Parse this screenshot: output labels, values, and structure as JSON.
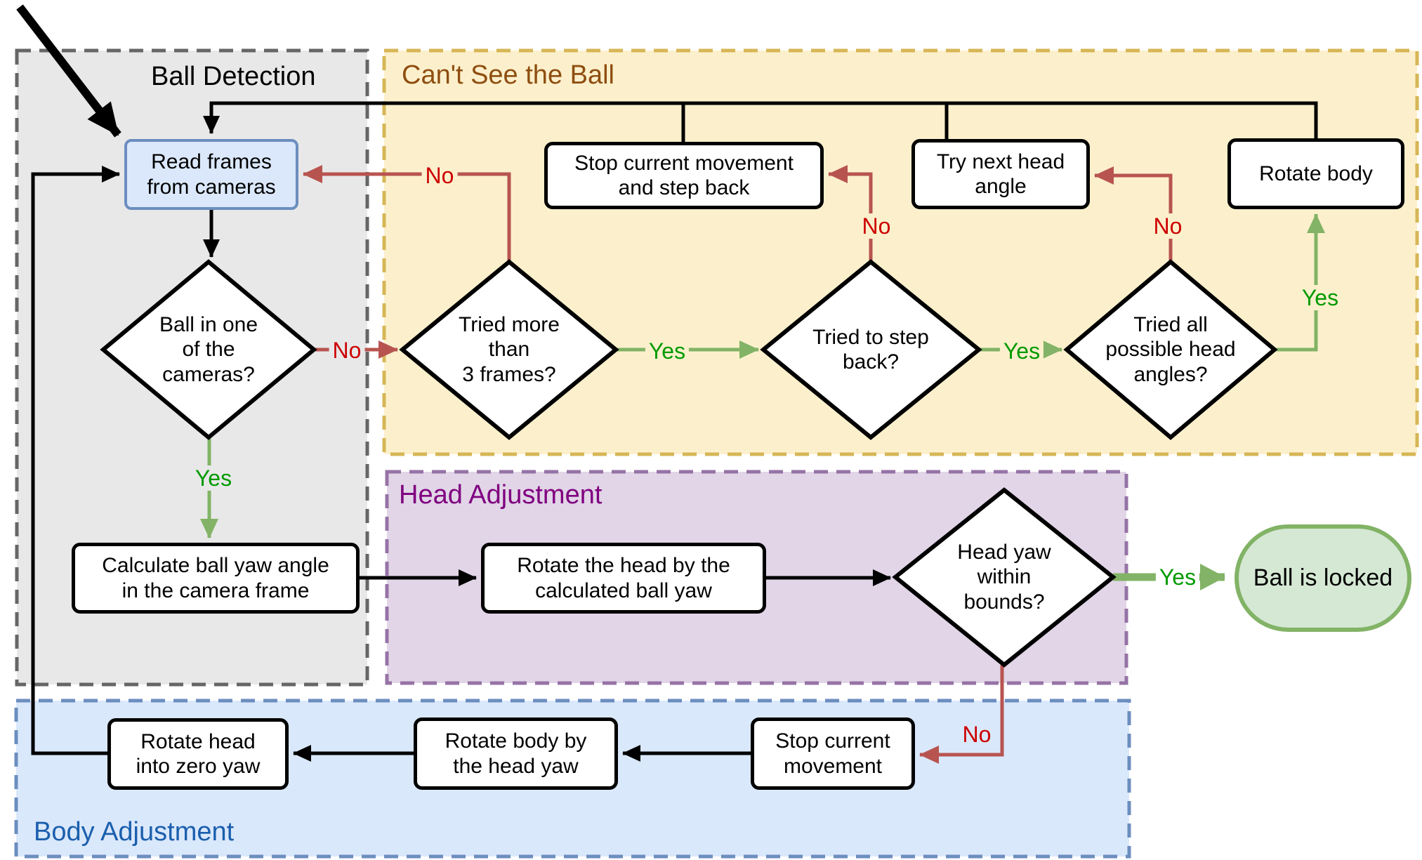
{
  "regions": {
    "ball_detection": {
      "title": "Ball Detection",
      "fill": "#e8e8e8",
      "border": "#666666",
      "title_color": "#000000"
    },
    "cant_see_the_ball": {
      "title": "Can't See the Ball",
      "fill": "#fcf0cc",
      "border": "#d6b656",
      "title_color": "#8e4e10"
    },
    "head_adjustment": {
      "title": "Head Adjustment",
      "fill": "#e1d5e7",
      "border": "#9673a6",
      "title_color": "#800080"
    },
    "body_adjustment": {
      "title": "Body Adjustment",
      "fill": "#dae8fc",
      "border": "#6c8ebf",
      "title_color": "#1b5fad"
    }
  },
  "nodes": {
    "read_frames": {
      "type": "start-process",
      "label": "Read frames\nfrom cameras",
      "fill": "#dbe8fb",
      "border": "#6c8ebf"
    },
    "ball_in_cameras": {
      "type": "decision",
      "label": "Ball in one\nof the\ncameras?"
    },
    "calculate_ball_yaw": {
      "type": "process",
      "label": "Calculate ball yaw angle\nin the camera frame"
    },
    "tried_more_than_3": {
      "type": "decision",
      "label": "Tried more\nthan\n3 frames?"
    },
    "stop_and_step_back": {
      "type": "process",
      "label": "Stop current movement\nand step back"
    },
    "try_next_head_angle": {
      "type": "process",
      "label": "Try next head\nangle"
    },
    "rotate_body": {
      "type": "process",
      "label": "Rotate body"
    },
    "tried_to_step_back": {
      "type": "decision",
      "label": "Tried to step\nback?"
    },
    "tried_all_angles": {
      "type": "decision",
      "label": "Tried all\npossible head\nangles?"
    },
    "rotate_head_by_yaw": {
      "type": "process",
      "label": "Rotate the head by the\ncalculated ball yaw"
    },
    "head_yaw_within_bounds": {
      "type": "decision",
      "label": "Head yaw\nwithin\nbounds?"
    },
    "ball_is_locked": {
      "type": "terminal",
      "label": "Ball is locked",
      "fill": "#d5e8d4",
      "border": "#82b366"
    },
    "stop_current_movement": {
      "type": "process",
      "label": "Stop current\nmovement"
    },
    "rotate_body_by_head_yaw": {
      "type": "process",
      "label": "Rotate body by\nthe head yaw"
    },
    "rotate_head_zero_yaw": {
      "type": "process",
      "label": "Rotate head\ninto zero yaw"
    }
  },
  "edge_labels": {
    "ball_in_cameras_no": "No",
    "ball_in_cameras_yes": "Yes",
    "tried_more_than_3_no": "No",
    "tried_more_than_3_yes": "Yes",
    "tried_to_step_back_no": "No",
    "tried_to_step_back_yes": "Yes",
    "tried_all_angles_no": "No",
    "tried_all_angles_yes": "Yes",
    "head_yaw_within_bounds_yes": "Yes",
    "head_yaw_within_bounds_no": "No"
  },
  "colors": {
    "flow_line": "#000000",
    "no_line": "#b85450",
    "no_text": "#cc0000",
    "yes_line": "#82b366",
    "yes_text": "#009a00",
    "decision_fill": "#ffffff",
    "process_fill": "#ffffff"
  }
}
